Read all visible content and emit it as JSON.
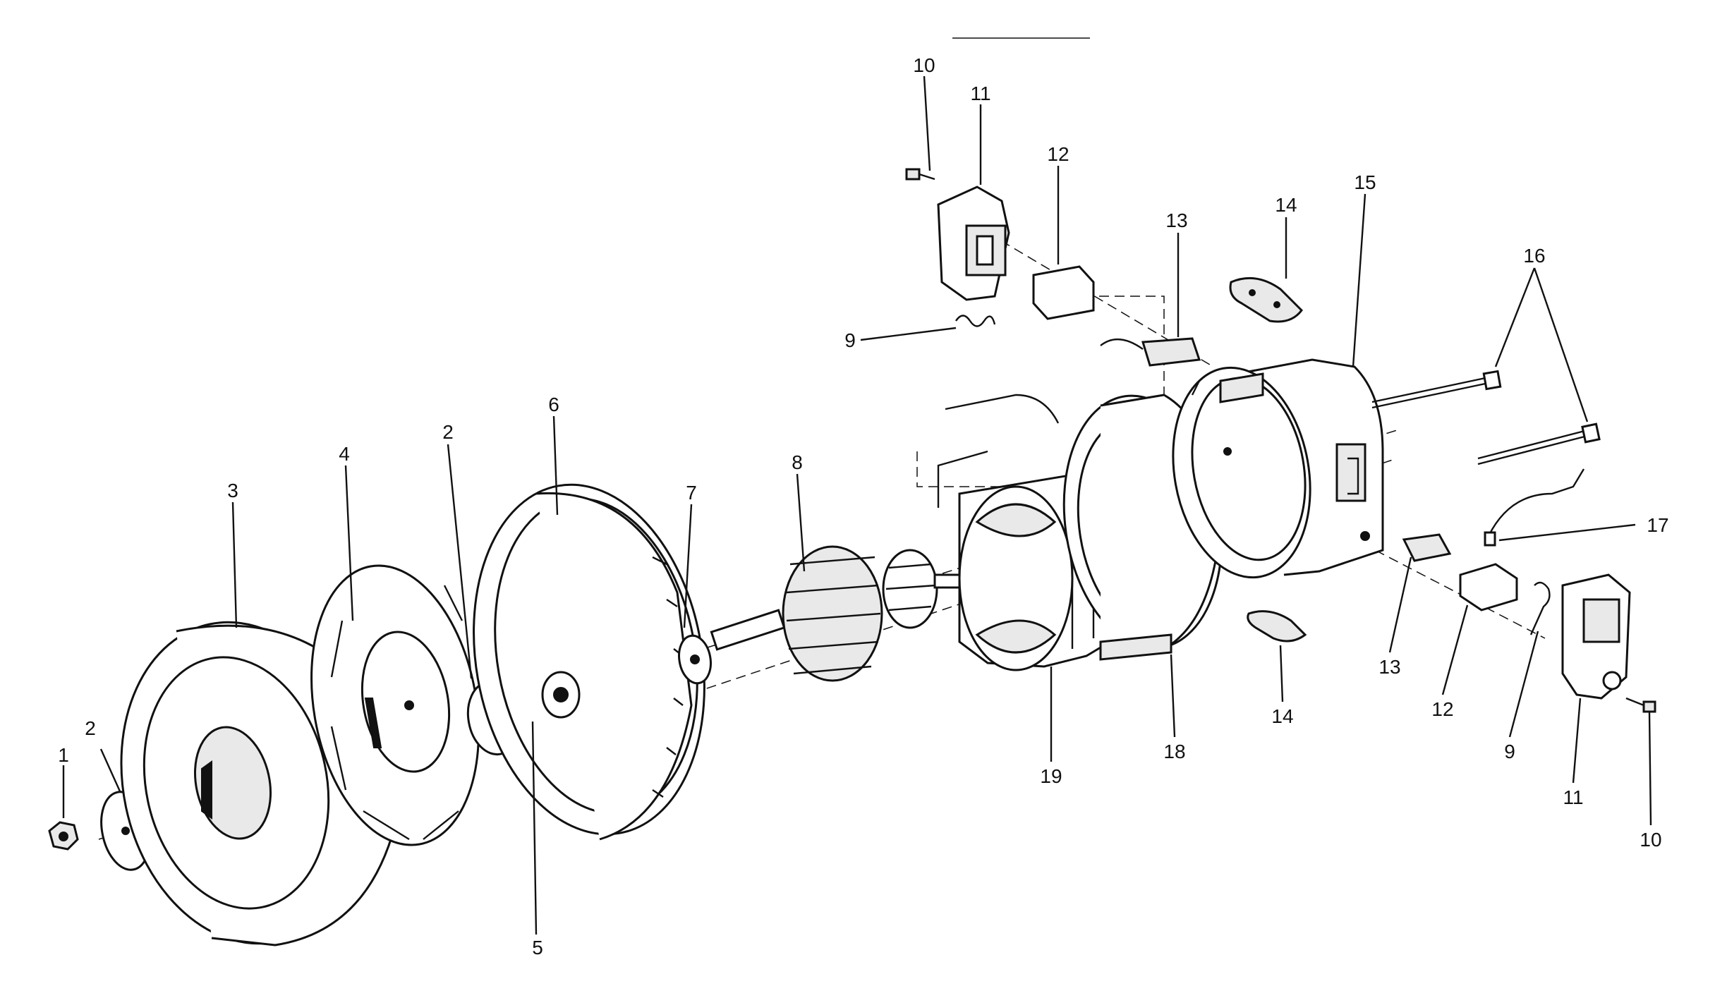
{
  "diagram": {
    "kind": "exploded-parts-view",
    "colors": {
      "ink": "#111111",
      "paper": "#ffffff",
      "shade": "#e9e9e9"
    }
  },
  "callouts": [
    {
      "id": "c1",
      "text": "1"
    },
    {
      "id": "c2a",
      "text": "2"
    },
    {
      "id": "c3",
      "text": "3"
    },
    {
      "id": "c4",
      "text": "4"
    },
    {
      "id": "c2b",
      "text": "2"
    },
    {
      "id": "c5",
      "text": "5"
    },
    {
      "id": "c6",
      "text": "6"
    },
    {
      "id": "c7",
      "text": "7"
    },
    {
      "id": "c8",
      "text": "8"
    },
    {
      "id": "c9a",
      "text": "9"
    },
    {
      "id": "c10a",
      "text": "10"
    },
    {
      "id": "c11a",
      "text": "11"
    },
    {
      "id": "c12a",
      "text": "12"
    },
    {
      "id": "c13a",
      "text": "13"
    },
    {
      "id": "c14a",
      "text": "14"
    },
    {
      "id": "c15",
      "text": "15"
    },
    {
      "id": "c16",
      "text": "16"
    },
    {
      "id": "c17",
      "text": "17"
    },
    {
      "id": "c13b",
      "text": "13"
    },
    {
      "id": "c12b",
      "text": "12"
    },
    {
      "id": "c9b",
      "text": "9"
    },
    {
      "id": "c11b",
      "text": "11"
    },
    {
      "id": "c10b",
      "text": "10"
    },
    {
      "id": "c14b",
      "text": "14"
    },
    {
      "id": "c18",
      "text": "18"
    },
    {
      "id": "c19",
      "text": "19"
    }
  ]
}
